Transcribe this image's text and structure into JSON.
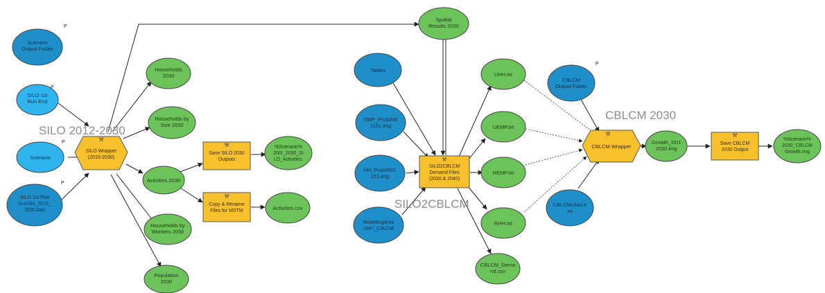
{
  "colors": {
    "input_blue": "#1f8fc9",
    "input_light": "#2fb4ee",
    "output_green": "#6cc35a",
    "tool_yellow": "#f8c12c",
    "border": "#444444",
    "arrow": "#222222",
    "group_label": "#8c8c8c"
  },
  "group_labels": {
    "silo": "SILO 2012-2030",
    "silo2cblcm": "SILO2CBLCM",
    "cblcm": "CBLCM 2030"
  },
  "nodes": {
    "scenario_output_folder": "Scenario Output Folder",
    "silo_1st_run_end": "SILO 1st Run End",
    "scenario": "Scenario",
    "silo_1st_run": "SILO 1st Run (runSilo_2015_ 2030.bat)",
    "silo_wrapper": "SILO Wrapper (2015-2030)",
    "households_2030": "Households 2030",
    "households_by_size": "Households by Size 2030",
    "activities_2030": "Activities 2030",
    "households_by_workers": "Households by Workers 2030",
    "population_2030": "Population 2030",
    "save_silo_outputs": "Save SILO 2030 Outputs",
    "silo_activities_out": "%Scenario% 200/_2030_SI LO_Activities.",
    "copy_rename": "Copy & Rename Files for MSTM",
    "activities_csv": "Activities.csv",
    "spatial_results": "Spatial Results 2030",
    "tables": "Tables",
    "emp_prob": "EMP_Prob090 1151.img",
    "hh_prob": "HH_Prob0901 151.img",
    "modelling_area": "ModellingArea GM7_CBLCM",
    "silo2cblcm_tool": "SILO2CBLCM Demand Files (2030 & 2040)",
    "uhh": "UHH.txt",
    "uemp": "UEMP.txt",
    "remp": "REMP.txt",
    "rhh": "RHH.txt",
    "cblcm_demand": "CBLCM_Dema nd.csv",
    "cblcm_output_folder": "CBLCM Output Folder",
    "cblcm_exe": "CBLCMv3a2.e xe",
    "cblcm_wrapper": "CBLCM Wrapper",
    "growth_img": "Growth_l001 2030.img",
    "save_cblcm": "Save CBLCM 2030 Output",
    "cblcm_growth_out": "%Scenario% 2030_CBLCM Growth.img"
  },
  "param_markers": {
    "scenario_output_folder": "P",
    "silo_1st_run_end": "P",
    "scenario": "P",
    "silo_1st_run": "P",
    "cblcm_output_folder": "P"
  }
}
